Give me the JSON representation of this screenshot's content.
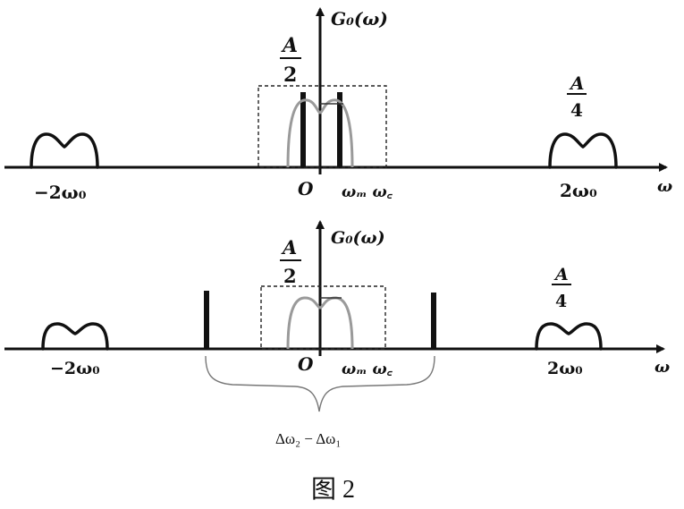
{
  "panel_top": {
    "y_axis_label": "G₀(ω)",
    "x_axis_label": "ω",
    "center_amp_num": "A",
    "center_amp_den": "2",
    "side_amp_num": "A",
    "side_amp_den": "4",
    "tick_neg": "−2ω₀",
    "tick_origin": "O",
    "tick_wm_wc": "ωₘ ω꜀",
    "tick_pos": "2ω₀"
  },
  "panel_bottom": {
    "y_axis_label": "G₀(ω)",
    "x_axis_label": "ω",
    "center_amp_num": "A",
    "center_amp_den": "2",
    "side_amp_num": "A",
    "side_amp_den": "4",
    "tick_neg": "−2ω₀",
    "tick_origin": "O",
    "tick_wm_wc": "ωₘ ω꜀",
    "tick_pos": "2ω₀",
    "brace_label": "Δω₂ − Δω₁"
  },
  "caption": "图 2"
}
